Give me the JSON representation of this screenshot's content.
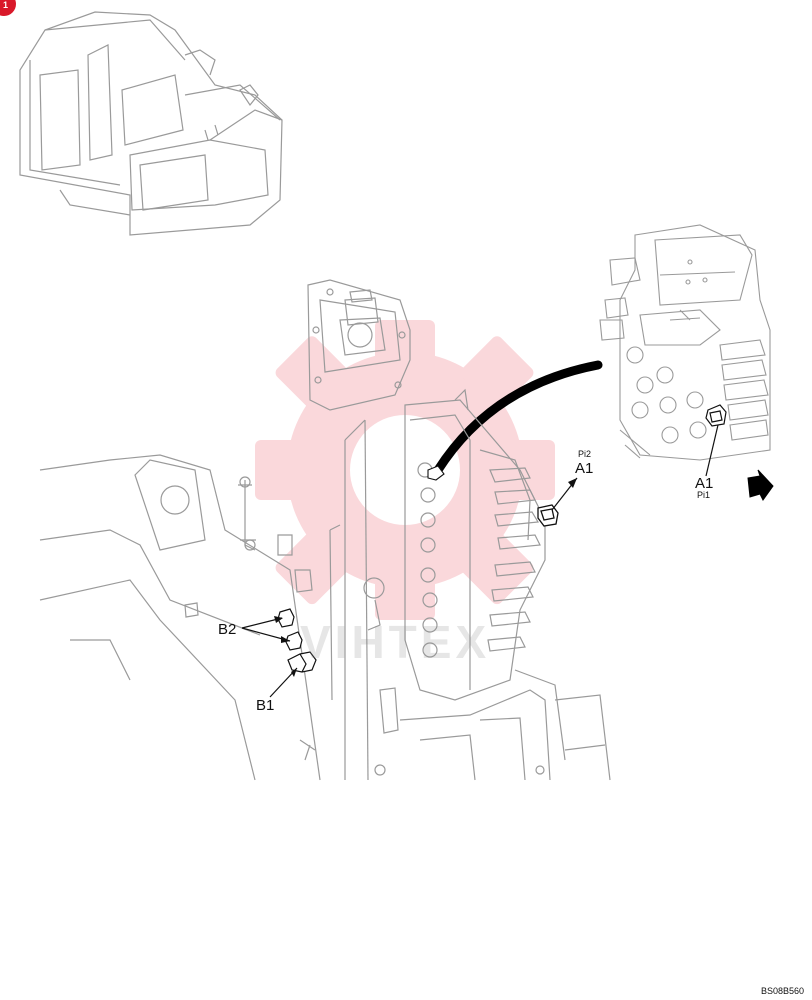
{
  "diagram": {
    "labels": {
      "a1_main": "A1",
      "pi2": "Pi2",
      "a1_inset": "A1",
      "pi1": "Pi1",
      "b2": "B2",
      "b1": "B1"
    },
    "drawing_code": "BS08B560",
    "corner_badge": "1",
    "watermark_text": "VIHTEX",
    "colors": {
      "line": "#111111",
      "faint": "#9a9a9a",
      "watermark": "#f6b9be",
      "badge": "#d9192a"
    }
  }
}
